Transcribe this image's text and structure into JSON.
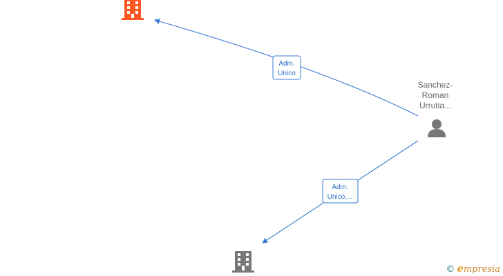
{
  "diagram": {
    "nodes": [
      {
        "id": "company_top",
        "kind": "company",
        "highlighted": true,
        "color": "#ff5722"
      },
      {
        "id": "person",
        "kind": "person",
        "color": "#777777",
        "label_lines": [
          "Sanchez-",
          "Roman",
          "Urrutia..."
        ]
      },
      {
        "id": "company_bottom",
        "kind": "company",
        "highlighted": false,
        "color": "#777777"
      }
    ],
    "edges": [
      {
        "from": "person",
        "to": "company_top",
        "label_lines": [
          "Adm.",
          "Unico"
        ]
      },
      {
        "from": "person",
        "to": "company_bottom",
        "label_lines": [
          "Adm.",
          "Unico,..."
        ]
      }
    ],
    "edge_color": "#3a7bd5"
  },
  "watermark": {
    "copyright": "©",
    "brand_initial": "e",
    "brand_rest": "mpresia"
  }
}
